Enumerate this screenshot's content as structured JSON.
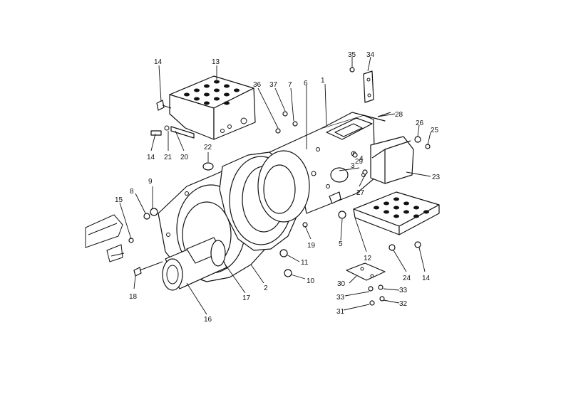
{
  "callouts": [
    {
      "id": "c1",
      "text": "1"
    },
    {
      "id": "c2",
      "text": "2"
    },
    {
      "id": "c3",
      "text": "3"
    },
    {
      "id": "c4",
      "text": "4"
    },
    {
      "id": "c5",
      "text": "5"
    },
    {
      "id": "c6",
      "text": "6"
    },
    {
      "id": "c7",
      "text": "7"
    },
    {
      "id": "c8",
      "text": "8"
    },
    {
      "id": "c9",
      "text": "9"
    },
    {
      "id": "c10",
      "text": "10"
    },
    {
      "id": "c11",
      "text": "11"
    },
    {
      "id": "c12",
      "text": "12"
    },
    {
      "id": "c13",
      "text": "13"
    },
    {
      "id": "c14a",
      "text": "14"
    },
    {
      "id": "c14b",
      "text": "14"
    },
    {
      "id": "c14c",
      "text": "14"
    },
    {
      "id": "c15",
      "text": "15"
    },
    {
      "id": "c16",
      "text": "16"
    },
    {
      "id": "c17",
      "text": "17"
    },
    {
      "id": "c18",
      "text": "18"
    },
    {
      "id": "c19",
      "text": "19"
    },
    {
      "id": "c20",
      "text": "20"
    },
    {
      "id": "c21",
      "text": "21"
    },
    {
      "id": "c22",
      "text": "22"
    },
    {
      "id": "c23",
      "text": "23"
    },
    {
      "id": "c24",
      "text": "24"
    },
    {
      "id": "c25",
      "text": "25"
    },
    {
      "id": "c26",
      "text": "26"
    },
    {
      "id": "c27",
      "text": "27"
    },
    {
      "id": "c28",
      "text": "28"
    },
    {
      "id": "c29",
      "text": "29"
    },
    {
      "id": "c30",
      "text": "30"
    },
    {
      "id": "c31",
      "text": "31"
    },
    {
      "id": "c32",
      "text": "32"
    },
    {
      "id": "c33a",
      "text": "33"
    },
    {
      "id": "c33b",
      "text": "33"
    },
    {
      "id": "c34",
      "text": "34"
    },
    {
      "id": "c35",
      "text": "35"
    },
    {
      "id": "c36",
      "text": "36"
    },
    {
      "id": "c37",
      "text": "37"
    }
  ]
}
